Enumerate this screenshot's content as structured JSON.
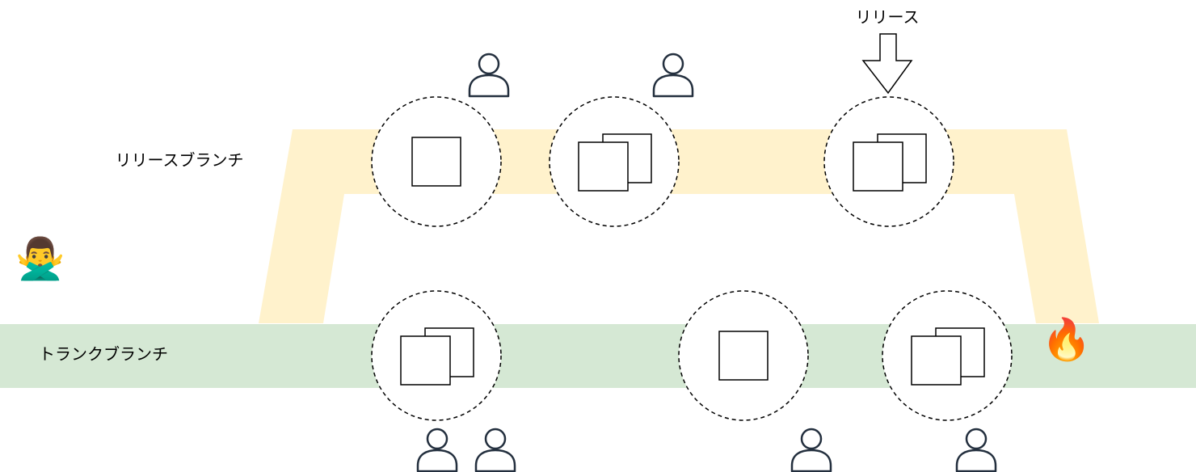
{
  "labels": {
    "release": "リリース",
    "release_branch": "リリースブランチ",
    "trunk_branch": "トランクブランチ"
  },
  "emoji": {
    "no_gesture": "🙅‍♂️",
    "fire": "🔥"
  },
  "icons": {
    "person": "person-icon",
    "commit_single": "square-icon",
    "commit_multi": "stacked-squares-icon",
    "release_arrow": "down-arrow-icon",
    "no_gesture": "no-gesture-icon",
    "fire": "fire-icon"
  },
  "colors": {
    "release_branch": "#fff2cc",
    "trunk_branch": "#d5e8d4",
    "person_stroke": "#232f3e",
    "outline": "#000000"
  }
}
